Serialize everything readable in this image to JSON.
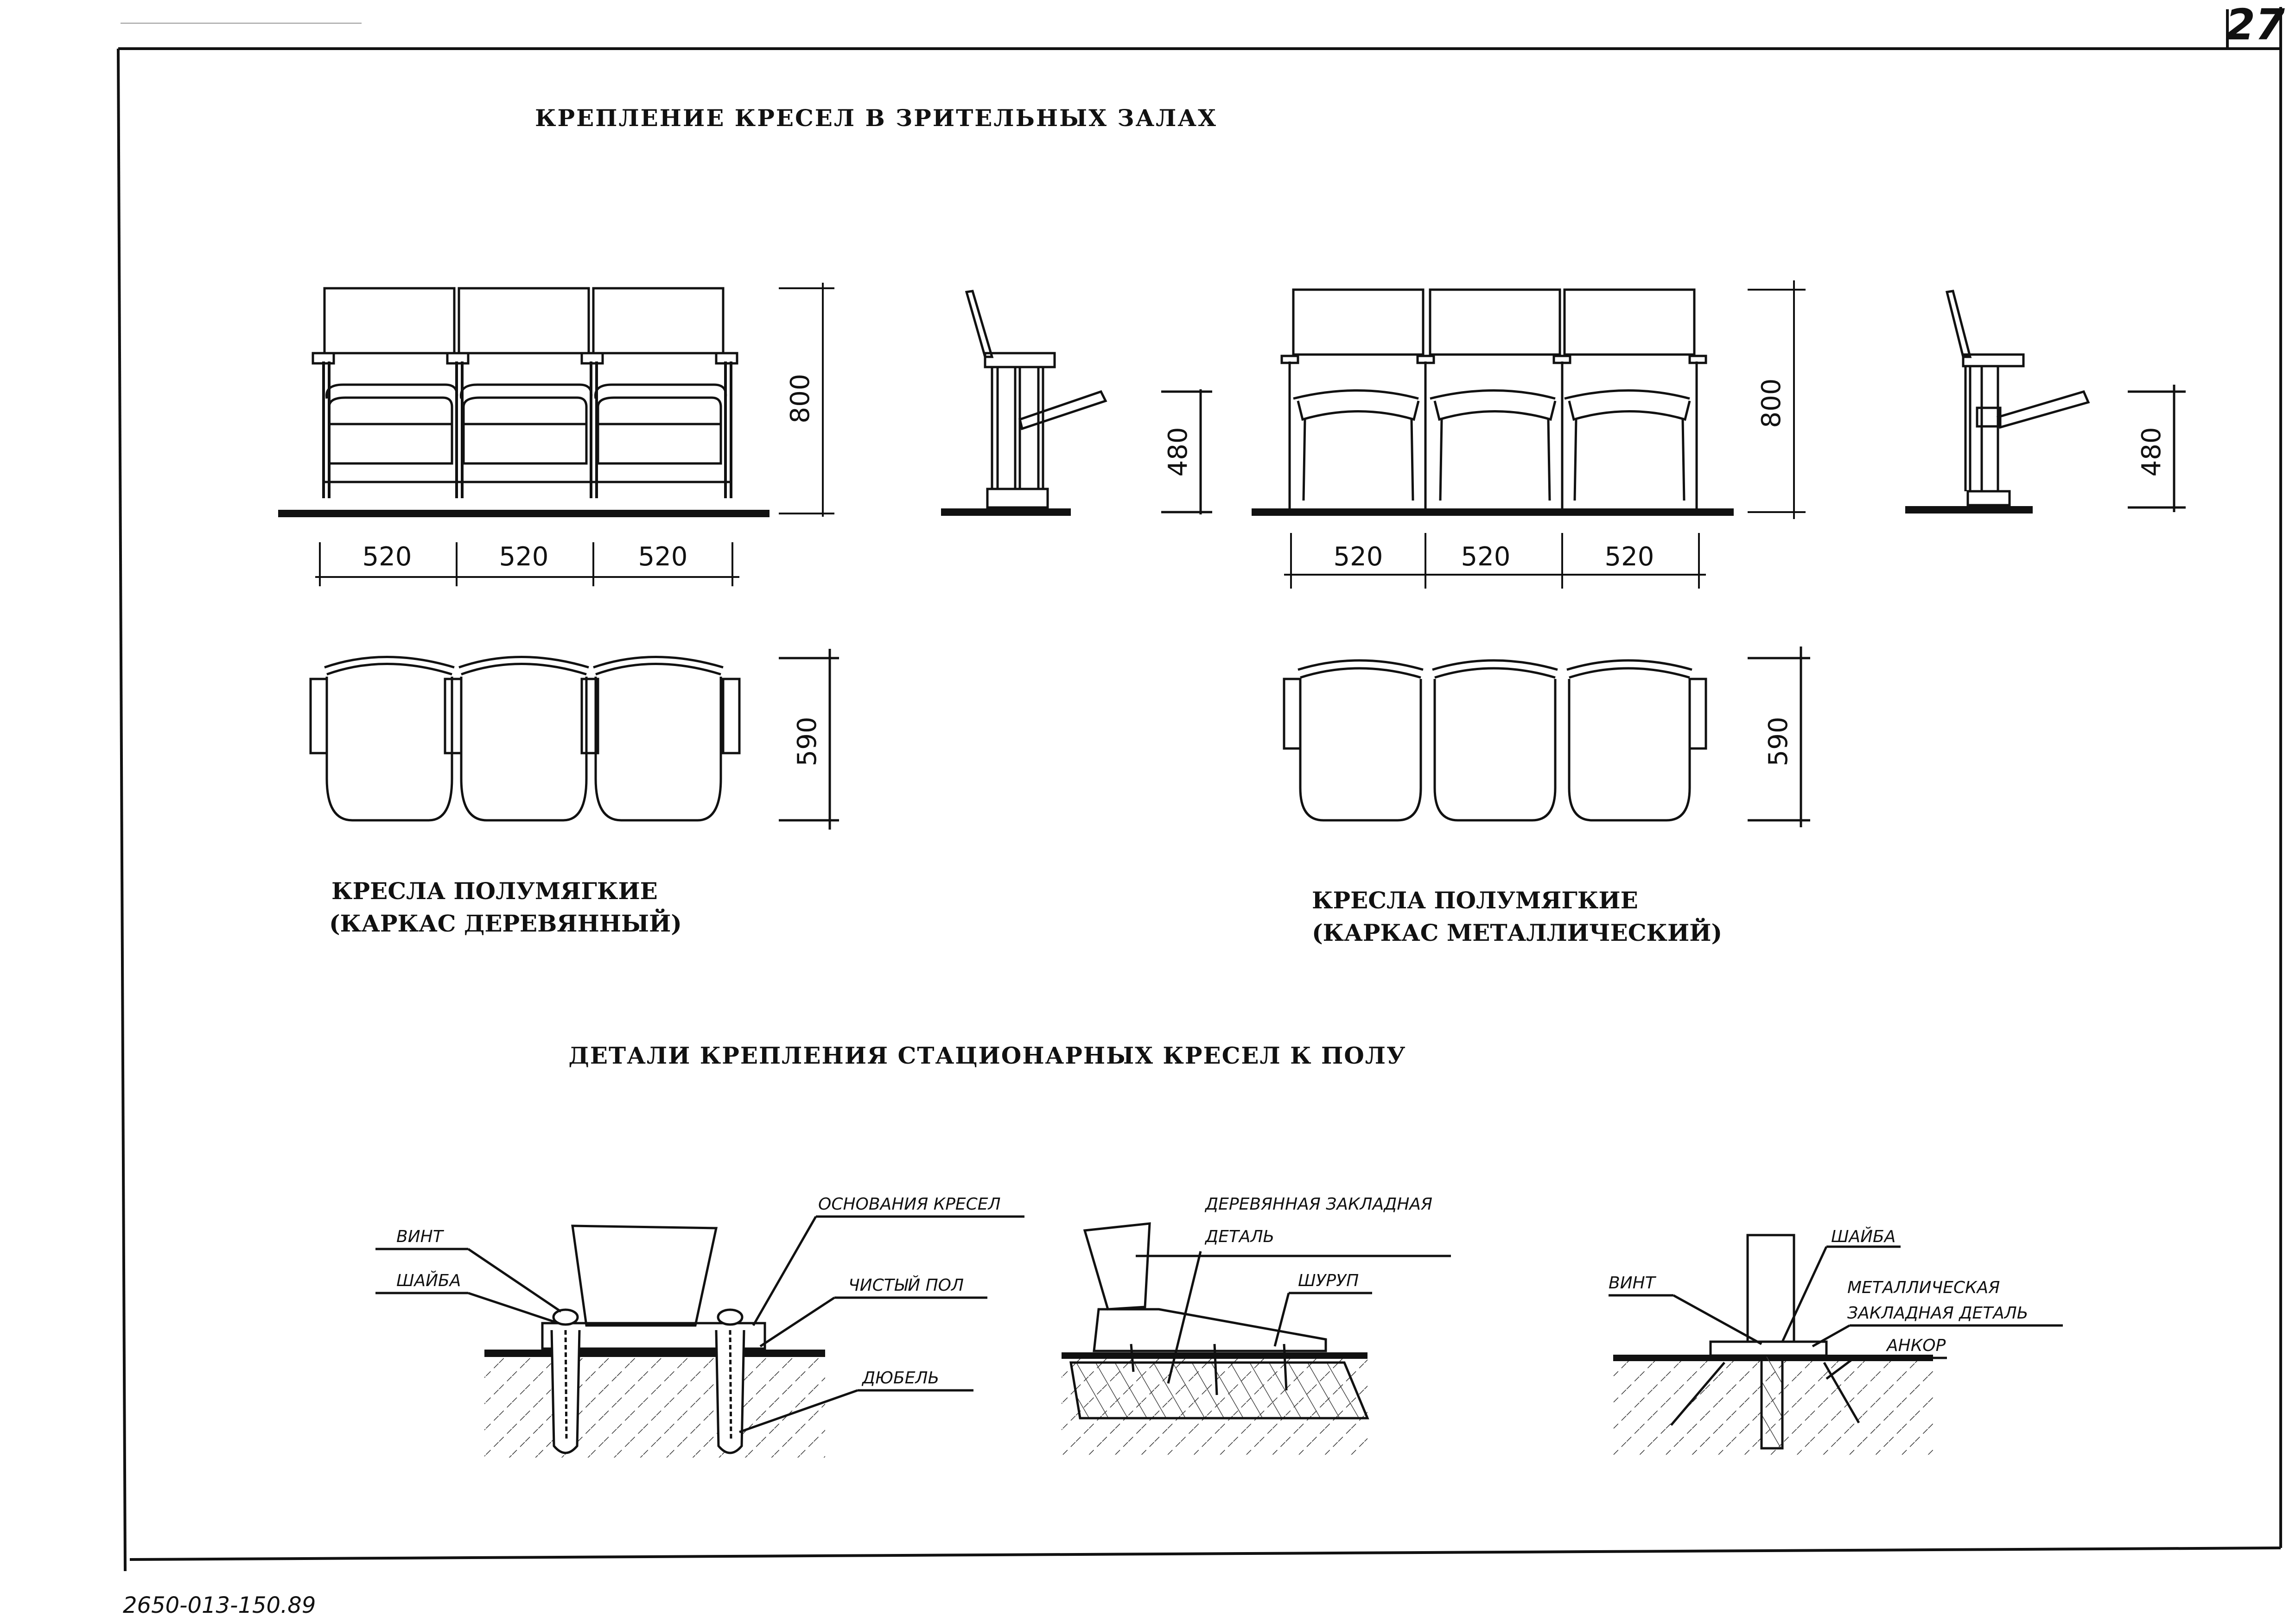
{
  "sheet_number": "27",
  "main_title": "КРЕПЛЕНИЕ КРЕСЕЛ В ЗРИТЕЛЬНЫХ ЗАЛАХ",
  "wood_group": {
    "dims": {
      "seat_width_1": "520",
      "seat_width_2": "520",
      "seat_width_3": "520",
      "height": "800",
      "side_height": "480",
      "depth": "590"
    },
    "caption_line1": "КРЕСЛА ПОЛУМЯГКИЕ",
    "caption_line2": "(КАРКАС ДЕРЕВЯННЫЙ)"
  },
  "metal_group": {
    "dims": {
      "seat_width_1": "520",
      "seat_width_2": "520",
      "seat_width_3": "520",
      "height": "800",
      "side_height": "480",
      "depth": "590"
    },
    "caption_line1": "КРЕСЛА ПОЛУМЯГКИЕ",
    "caption_line2": "(КАРКАС МЕТАЛЛИЧЕСКИЙ)"
  },
  "details_title": "ДЕТАЛИ КРЕПЛЕНИЯ СТАЦИОНАРНЫХ КРЕСЕЛ К ПОЛУ",
  "detail1": {
    "vint": "ВИНТ",
    "shaiba": "ШАЙБА",
    "osnovaniya": "ОСНОВАНИЯ КРЕСЕЛ",
    "chisty_pol": "ЧИСТЫЙ ПОЛ",
    "dyubel": "ДЮБЕЛЬ"
  },
  "detail2": {
    "zakladnaya_1": "ДЕРЕВЯННАЯ ЗАКЛАДНАЯ",
    "zakladnaya_2": "ДЕТАЛЬ",
    "shurup": "ШУРУП"
  },
  "detail3": {
    "shaiba": "ШАЙБА",
    "vint": "ВИНТ",
    "met_1": "МЕТАЛЛИЧЕСКАЯ",
    "met_2": "ЗАКЛАДНАЯ ДЕТАЛЬ",
    "ankor": "АНКОР"
  },
  "footer_code": "2650-013-150.89"
}
